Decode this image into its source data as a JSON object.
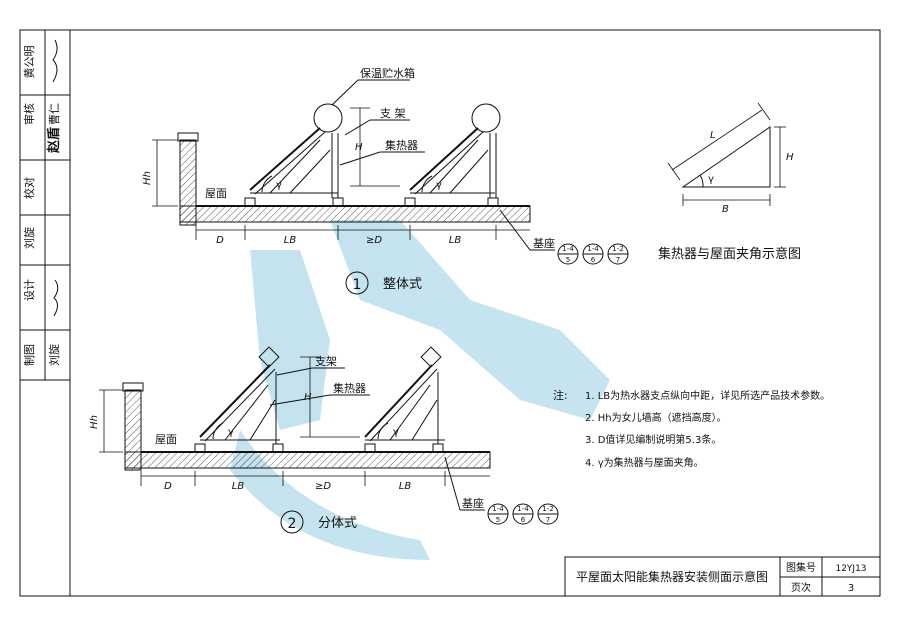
{
  "colors": {
    "ink": "#111111",
    "watermark": "#7ec3dc",
    "paper": "#ffffff"
  },
  "signatures": {
    "col_reviewer": "审核",
    "col_proofreader": "校对",
    "col_designer": "设计",
    "col_drafter": "制图",
    "name_reviewer": "黄公明",
    "name_approver": "曹仁",
    "name_proofreader": "赵盾",
    "name_designer": "刘旋",
    "name_drafter": "刘旋"
  },
  "diagram1": {
    "tank_label": "保温贮水箱",
    "support_label": "支 架",
    "collector_label": "集热器",
    "roof_label": "屋面",
    "base_label": "基座",
    "hh": "Hh",
    "h": "H",
    "gamma": "γ",
    "dims": [
      "D",
      "LB",
      "≥D",
      "LB"
    ],
    "circle_no": "1",
    "title": "整体式",
    "refs": [
      {
        "top": "1-4",
        "bot": "5"
      },
      {
        "top": "1-4",
        "bot": "6"
      },
      {
        "top": "1-2",
        "bot": "7"
      }
    ]
  },
  "angle_diagram": {
    "l": "L",
    "h": "H",
    "b": "B",
    "gamma": "γ",
    "title": "集热器与屋面夹角示意图"
  },
  "diagram2": {
    "support_label": "支架",
    "collector_label": "集热器",
    "roof_label": "屋面",
    "base_label": "基座",
    "hh": "Hh",
    "h": "H",
    "gamma": "γ",
    "dims": [
      "D",
      "LB",
      "≥D",
      "LB"
    ],
    "circle_no": "2",
    "title": "分体式",
    "refs": [
      {
        "top": "1-4",
        "bot": "5"
      },
      {
        "top": "1-4",
        "bot": "6"
      },
      {
        "top": "1-2",
        "bot": "7"
      }
    ]
  },
  "notes": {
    "heading": "注:",
    "items": [
      "1. LB为热水器支点纵向中距，详见所选产品技术参数。",
      "2. Hh为女儿墙高（遮挡高度）。",
      "3. D值详见编制说明第5.3条。",
      "4. γ为集热器与屋面夹角。"
    ]
  },
  "title_block": {
    "drawing_title": "平屋面太阳能集热器安装侧面示意图",
    "atlas_label": "图集号",
    "atlas_no": "12YJ13",
    "page_label": "页次",
    "page_no": "3"
  }
}
